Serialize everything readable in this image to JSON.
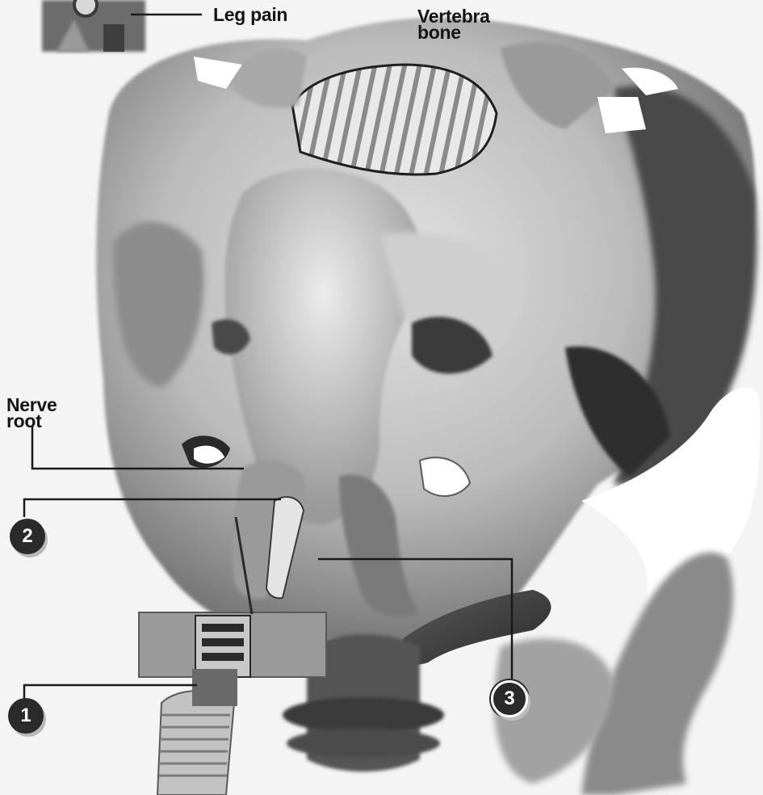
{
  "labels": {
    "leg_pain": "Leg pain",
    "vertebra_bone": [
      "Vertebra",
      "bone"
    ],
    "nerve_root": [
      "Nerve",
      "root"
    ]
  },
  "markers": [
    "1",
    "2",
    "3"
  ],
  "colors": {
    "ink": "#151515",
    "line": "#1a1a1a",
    "bone_light": "#d9d9d9",
    "bone_dark": "#3a3a3a",
    "background": "#f4f4f4"
  }
}
